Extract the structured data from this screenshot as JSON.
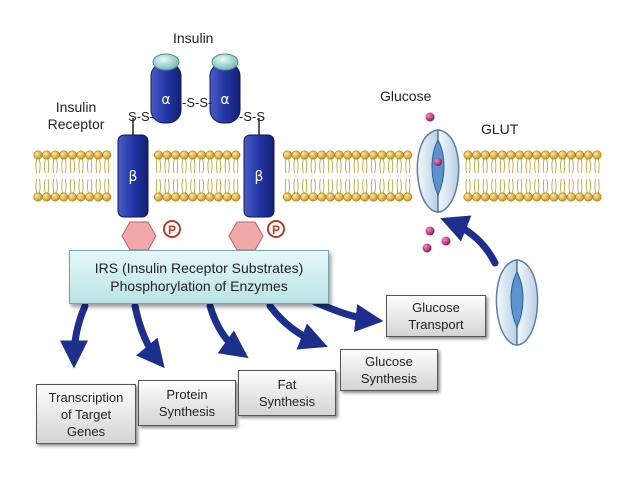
{
  "labels": {
    "insulin": "Insulin",
    "insulin_receptor_line1": "Insulin",
    "insulin_receptor_line2": "Receptor",
    "glucose": "Glucose",
    "glut": "GLUT",
    "ss_left": "S-S-",
    "ss_middle": "-S-S-",
    "ss_right": "-S-S",
    "alpha": "α",
    "beta": "β",
    "phospho": "P"
  },
  "irs_box": {
    "line1": "IRS (Insulin Receptor Substrates)",
    "line2": "Phosphorylation of Enzymes"
  },
  "outcomes": [
    {
      "line1": "Transcription",
      "line2": "of Target",
      "line3": "Genes"
    },
    {
      "line1": "Protein",
      "line2": "Synthesis"
    },
    {
      "line1": "Fat",
      "line2": "Synthesis"
    },
    {
      "line1": "Glucose",
      "line2": "Synthesis"
    },
    {
      "line1": "Glucose",
      "line2": "Transport"
    }
  ],
  "colors": {
    "receptor": "#1f2f8f",
    "alpha_subunit": "#3a4fb0",
    "insulin_cap": "#a9dcd8",
    "lipid_head": "#e7b838",
    "phospho_hex": "#f2a8a8",
    "phospho_p": "#c0392b",
    "glut": "#dce9f5",
    "glucose": "#c0176b",
    "arrow": "#1c2f8c"
  }
}
